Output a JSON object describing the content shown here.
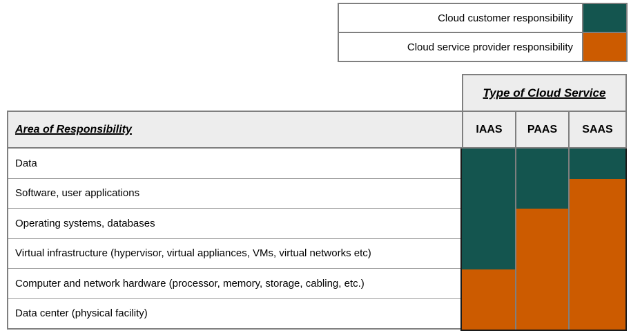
{
  "colors": {
    "customer": "#14554F",
    "provider": "#CC5B00",
    "header_bg": "#EDEDED",
    "grid_gray": "#7F7F7F",
    "frame_dark": "#1A1A1A"
  },
  "legend": {
    "items": [
      {
        "label": "Cloud customer responsibility",
        "color": "customer"
      },
      {
        "label": "Cloud service provider responsibility",
        "color": "provider"
      }
    ]
  },
  "table": {
    "header": {
      "area_label": "Area of Responsibility",
      "group_label": "Type of Cloud Service",
      "columns": [
        "IAAS",
        "PAAS",
        "SAAS"
      ]
    },
    "rows": [
      {
        "label": "Data",
        "iaas": "customer",
        "paas": "customer",
        "saas": "customer"
      },
      {
        "label": "Software, user applications",
        "iaas": "customer",
        "paas": "customer",
        "saas": "provider"
      },
      {
        "label": "Operating systems, databases",
        "iaas": "customer",
        "paas": "provider",
        "saas": "provider"
      },
      {
        "label": "Virtual infrastructure (hypervisor, virtual appliances, VMs, virtual networks etc)",
        "iaas": "customer",
        "paas": "provider",
        "saas": "provider"
      },
      {
        "label": "Computer and network hardware (processor, memory, storage, cabling, etc.)",
        "iaas": "provider",
        "paas": "provider",
        "saas": "provider"
      },
      {
        "label": "Data center (physical facility)",
        "iaas": "provider",
        "paas": "provider",
        "saas": "provider"
      }
    ]
  }
}
